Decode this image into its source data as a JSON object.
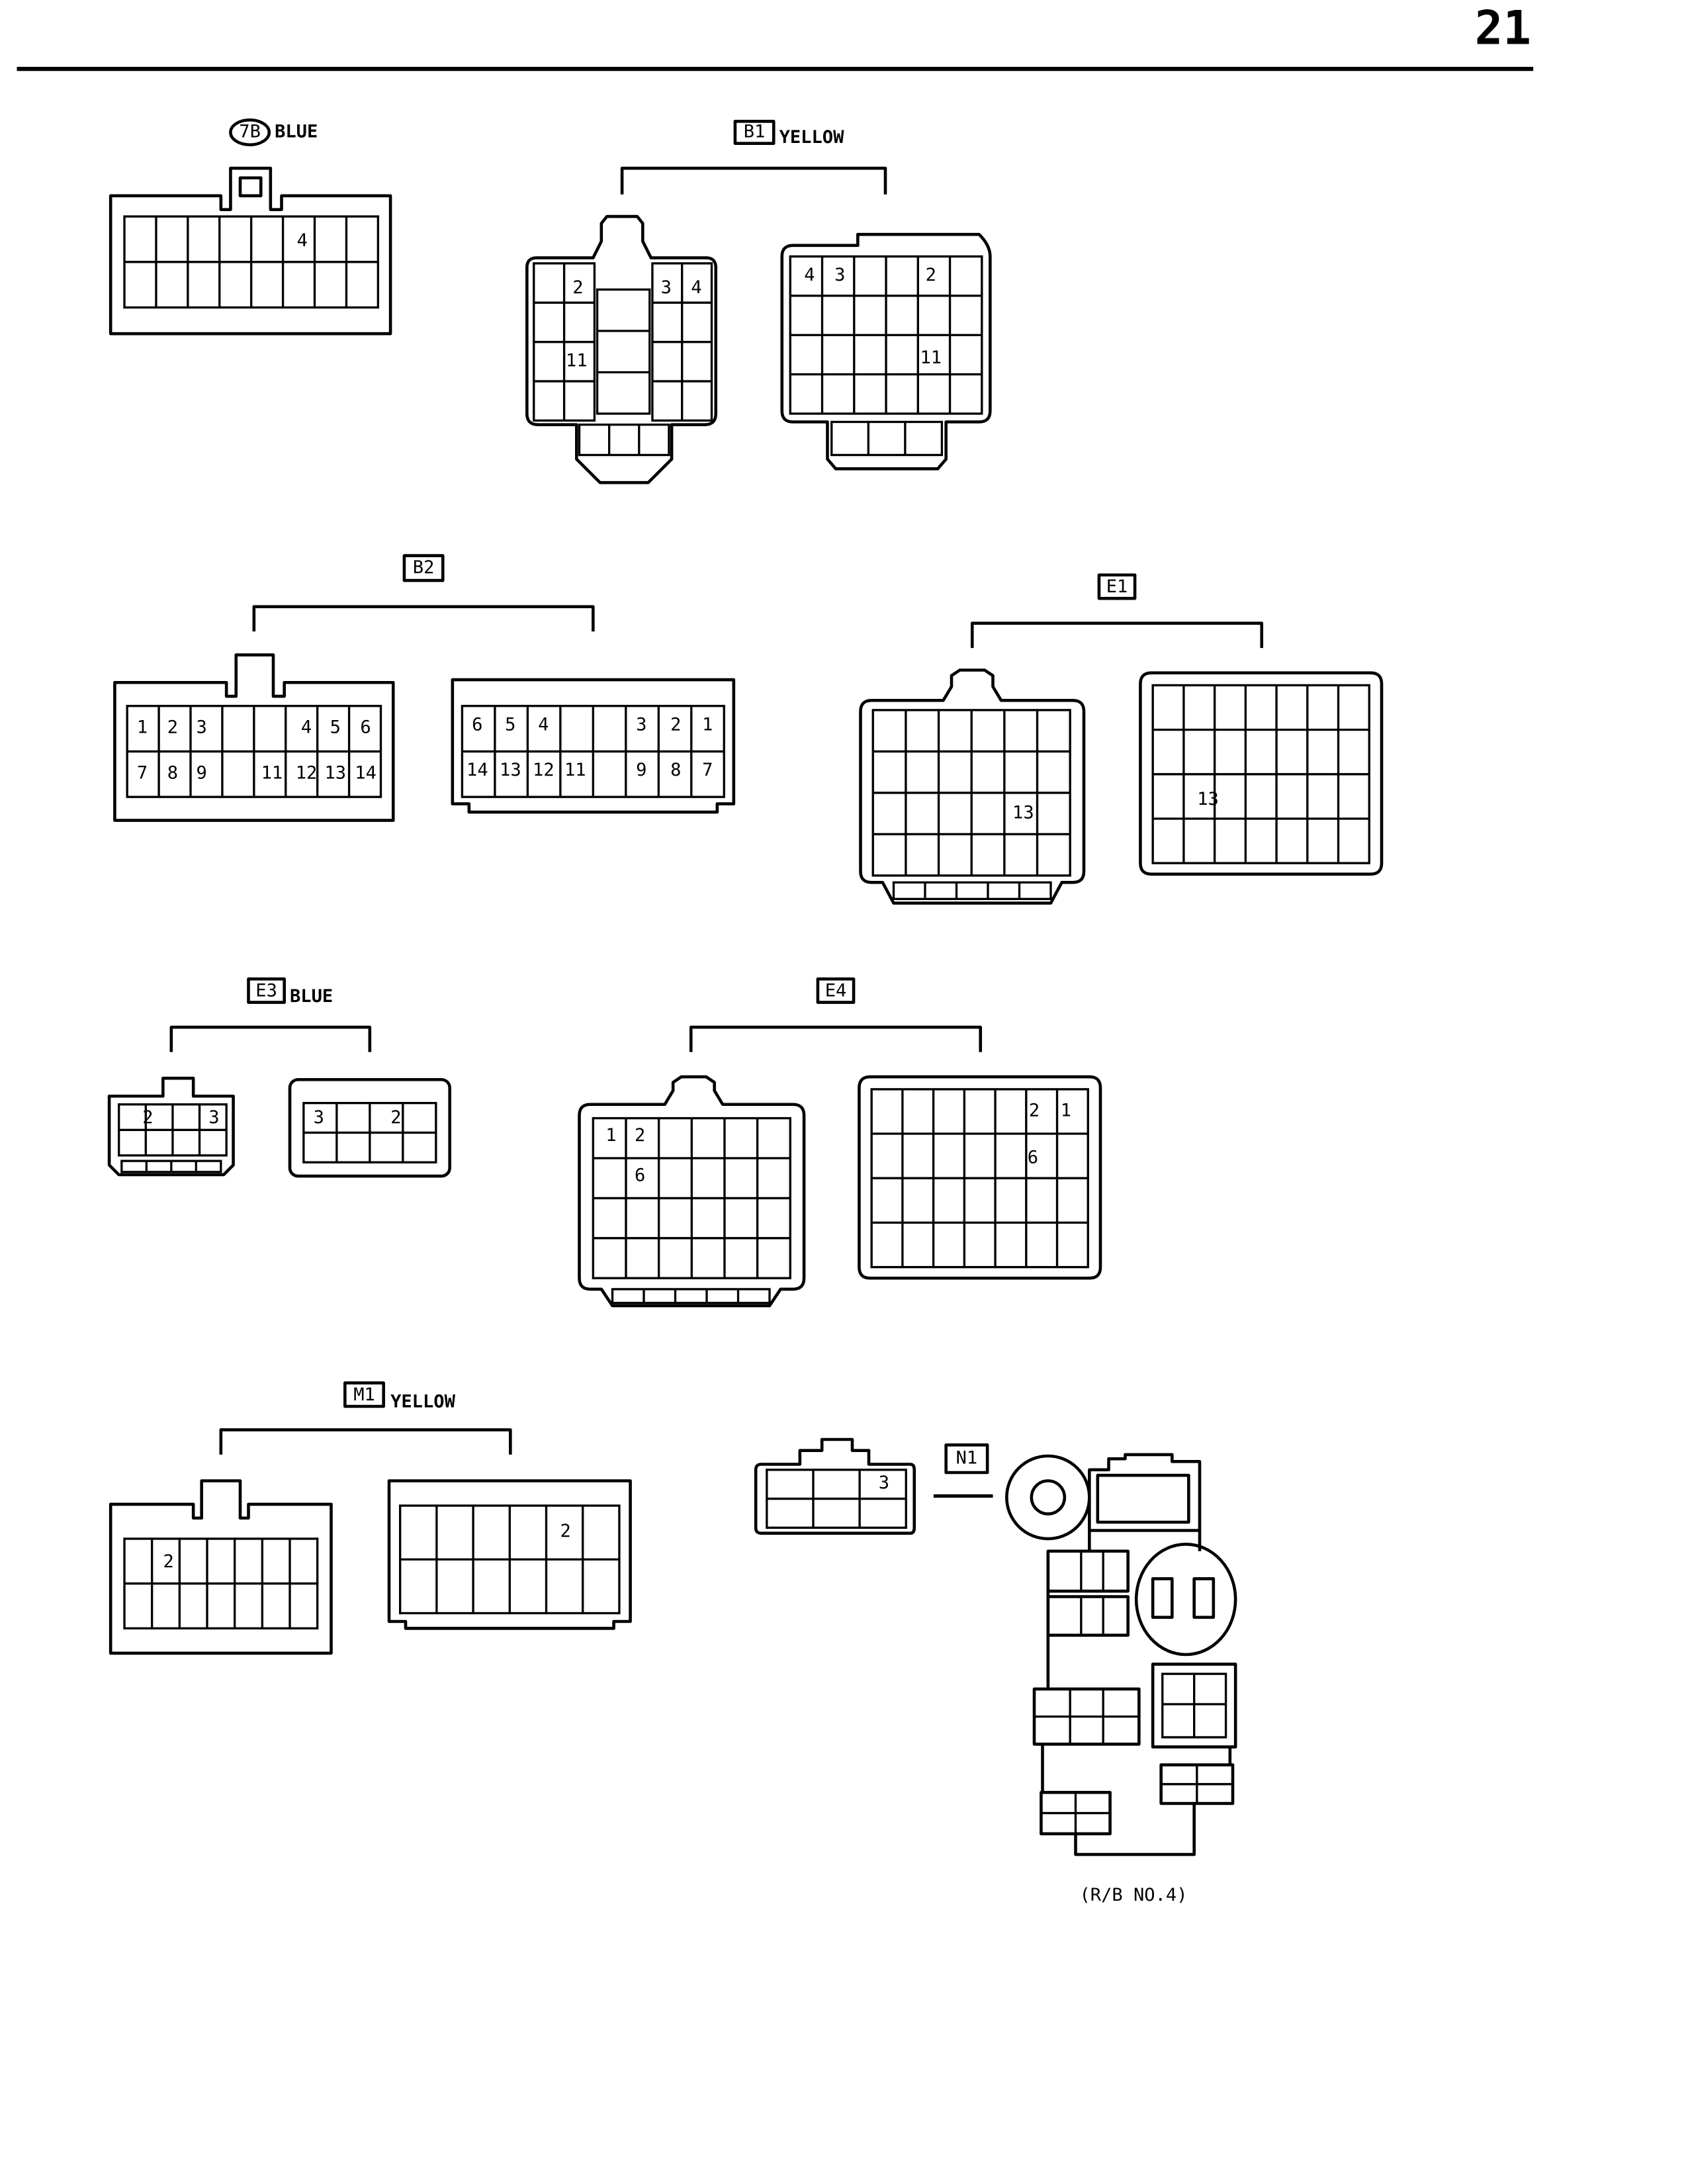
{
  "page_number": "21",
  "connectors": {
    "c7B": {
      "code": "7B",
      "color": "BLUE",
      "pins": [
        "4"
      ]
    },
    "B1": {
      "code": "B1",
      "color": "YELLOW",
      "left_pins": [
        "2",
        "3",
        "4",
        "11"
      ],
      "right_pins": [
        "4",
        "3",
        "2",
        "11"
      ]
    },
    "B2": {
      "code": "B2",
      "left_pins": [
        "1",
        "2",
        "3",
        "4",
        "5",
        "6",
        "7",
        "8",
        "9",
        "11",
        "12",
        "13",
        "14"
      ],
      "right_pins": [
        "6",
        "5",
        "4",
        "3",
        "2",
        "1",
        "14",
        "13",
        "12",
        "11",
        "9",
        "8",
        "7"
      ]
    },
    "E1": {
      "code": "E1",
      "left_pins": [
        "13"
      ],
      "right_pins": [
        "13"
      ]
    },
    "E3": {
      "code": "E3",
      "color": "BLUE",
      "left_pins": [
        "2",
        "3"
      ],
      "right_pins": [
        "3",
        "2"
      ]
    },
    "E4": {
      "code": "E4",
      "left_pins": [
        "1",
        "2",
        "6"
      ],
      "right_pins": [
        "2",
        "1",
        "6"
      ]
    },
    "M1": {
      "code": "M1",
      "color": "YELLOW",
      "left_pins": [
        "2"
      ],
      "right_pins": [
        "2"
      ]
    },
    "N1": {
      "code": "N1",
      "pins": [
        "3"
      ],
      "relay_block_label": "(R/B NO.4)"
    }
  }
}
